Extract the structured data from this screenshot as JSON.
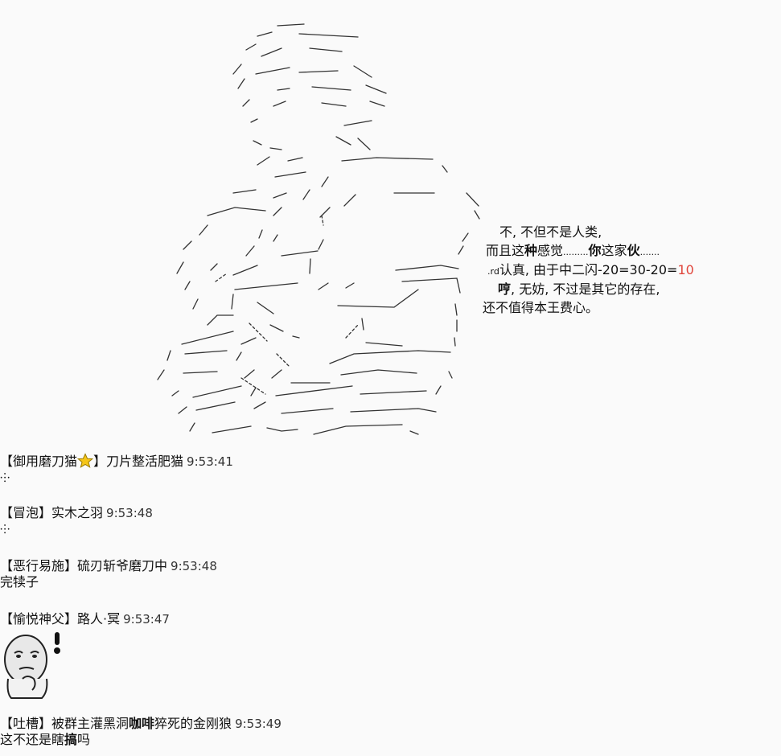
{
  "dialog": {
    "line1": "不, 不但不是人类,",
    "line2_a": "而且这",
    "line2_b": "种",
    "line2_c": "感觉",
    "line2_d": ".........",
    "line2_e": "你",
    "line2_f": "这家",
    "line2_g": "伙",
    "line2_h": ".......",
    "line3_a": ".rd",
    "line3_b": "认真, 由于中二闪-20=30-20=",
    "line3_c": "10",
    "line4_a": "哼",
    "line4_b": ", 无妨, 不过是其它的存在,",
    "line5": "还不值得本王费心。"
  },
  "messages": [
    {
      "tag": "【御用磨刀猫",
      "tag_end": "】",
      "name": "刀片整活肥猫",
      "time": "9:53:41",
      "body": "⸭"
    },
    {
      "tag": "【冒泡】",
      "name": "实木之羽",
      "time": "9:53:48",
      "body": "⸭"
    },
    {
      "tag": "【恶行易施】",
      "name": "硫刃斩爷磨刀中",
      "time": "9:53:48",
      "body": "完犊子"
    },
    {
      "tag": "【愉悦神父】",
      "name": "路人·冥",
      "time": "9:53:47"
    },
    {
      "tag": "【吐槽】",
      "name_a": "被群主灌黑洞",
      "name_b": "咖啡",
      "name_c": "猝死的金刚狼",
      "time": "9:53:49",
      "body_a": "这不还是瞎",
      "body_b": "搞",
      "body_c": "吗"
    }
  ],
  "colors": {
    "background": "#fafafa",
    "accent_red": "#e0453b",
    "star": "#f5c518"
  }
}
